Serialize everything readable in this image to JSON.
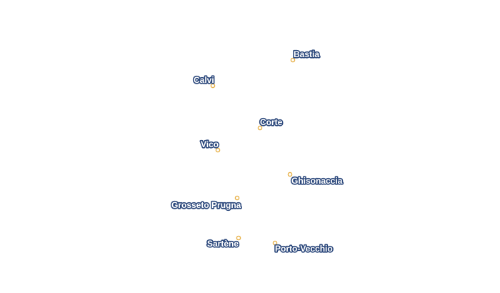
{
  "map": {
    "marker_color": "#e8b24a",
    "label_fill": "#ffffff",
    "label_halo": "#2e4a7d",
    "cities": [
      {
        "name": "Bastia"
      },
      {
        "name": "Calvi"
      },
      {
        "name": "Corte"
      },
      {
        "name": "Vico"
      },
      {
        "name": "Ghisonaccia"
      },
      {
        "name": "Grosseto Prugna"
      },
      {
        "name": "Sartène"
      },
      {
        "name": "Porto-Vecchio"
      }
    ]
  }
}
